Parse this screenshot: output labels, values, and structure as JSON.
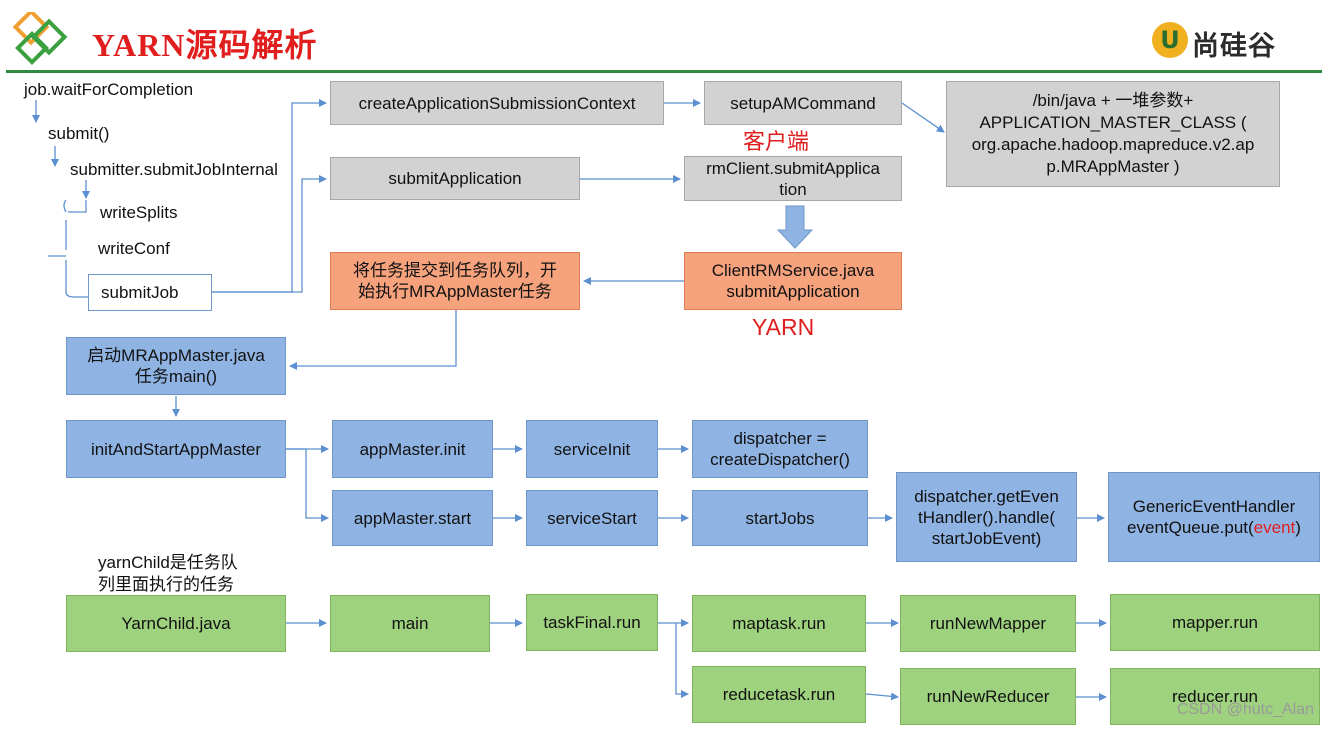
{
  "header": {
    "title": "YARN源码解析",
    "logo_text": "尚硅谷",
    "logo_mark": "U"
  },
  "colors": {
    "accent_red": "#e01e1e",
    "header_line": "#2e8b3f",
    "gray_box": "#d2d2d2",
    "blue_box": "#8fb4e3",
    "green_box": "#9fd27f",
    "orange_box": "#f5a27d",
    "arrow": "#5b8fcf"
  },
  "left_chain": {
    "wait": "job.waitForCompletion",
    "submit": "submit()",
    "internal": "submitter.submitJobInternal",
    "write_splits": "writeSplits",
    "write_conf": "writeConf",
    "submit_job": "submitJob"
  },
  "client": {
    "create_ctx": "createApplicationSubmissionContext",
    "setup_am": "setupAMCommand",
    "java_cmd": [
      "/bin/java + 一堆参数+",
      "APPLICATION_MASTER_CLASS (",
      "org.apache.hadoop.mapreduce.v2.ap",
      "p.MRAppMaster )"
    ],
    "label": "客户端",
    "submit_app": "submitApplication",
    "rm_client": [
      "rmClient.submitApplica",
      "tion"
    ]
  },
  "yarn": {
    "client_rm": [
      "ClientRMService.java",
      "submitApplication"
    ],
    "queue_task": [
      "将任务提交到任务队列，开",
      "始执行MRAppMaster任务"
    ],
    "label": "YARN"
  },
  "appmaster": {
    "start_main": [
      "启动MRAppMaster.java",
      "任务main()"
    ],
    "init_start": "initAndStartAppMaster",
    "am_init": "appMaster.init",
    "service_init": "serviceInit",
    "dispatcher": [
      "dispatcher =",
      "createDispatcher()"
    ],
    "am_start": "appMaster.start",
    "service_start": "serviceStart",
    "start_jobs": "startJobs",
    "get_handler": [
      "dispatcher.getEven",
      "tHandler().handle(",
      "startJobEvent)"
    ],
    "generic_handler": [
      "GenericEventHandler",
      "eventQueue.put("
    ],
    "event_word": "event",
    "close_paren": ")"
  },
  "yarnchild": {
    "note": [
      "yarnChild是任务队",
      "列里面执行的任务"
    ],
    "java": "YarnChild.java",
    "main": "main",
    "task_final": "taskFinal.run",
    "maptask": "maptask.run",
    "run_mapper": "runNewMapper",
    "mapper_run": "mapper.run",
    "reducetask": "reducetask.run",
    "run_reducer": "runNewReducer",
    "reducer_run": "reducer.run"
  },
  "watermark": "CSDN @hutc_Alan"
}
